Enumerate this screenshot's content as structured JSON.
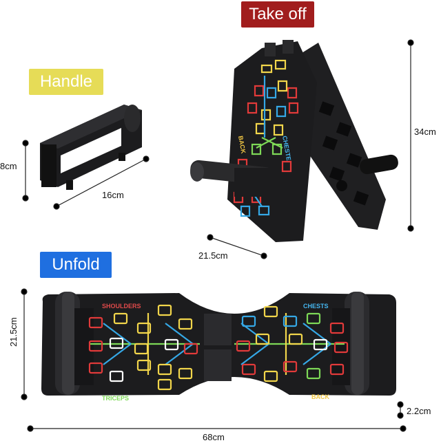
{
  "labels": {
    "take_off": "Take off",
    "handle": "Handle",
    "unfold": "Unfold"
  },
  "dimensions": {
    "handle_height": "8cm",
    "handle_length": "16cm",
    "folded_height": "34cm",
    "folded_width": "21.5cm",
    "unfold_height": "21.5cm",
    "unfold_thickness": "2.2cm",
    "unfold_length": "68cm"
  },
  "board_text": {
    "shoulders": "SHOULDERS",
    "chests": "CHESTS",
    "triceps": "TRICEPS",
    "back": "BACK",
    "folded_back": "BACK",
    "folded_cheste": "CHESTE"
  },
  "colors": {
    "take_off_bg": "#a11d1d",
    "handle_bg": "#e6dc57",
    "unfold_bg": "#1f6fe0",
    "board": "#1c1c1e",
    "red": "#e23a3a",
    "yellow": "#f2d64b",
    "blue": "#35a8e6",
    "green": "#7ed957",
    "shoulders_text": "#e04a4a",
    "chests_text": "#45b6f0",
    "triceps_text": "#7ed957",
    "back_text": "#f2c744"
  }
}
